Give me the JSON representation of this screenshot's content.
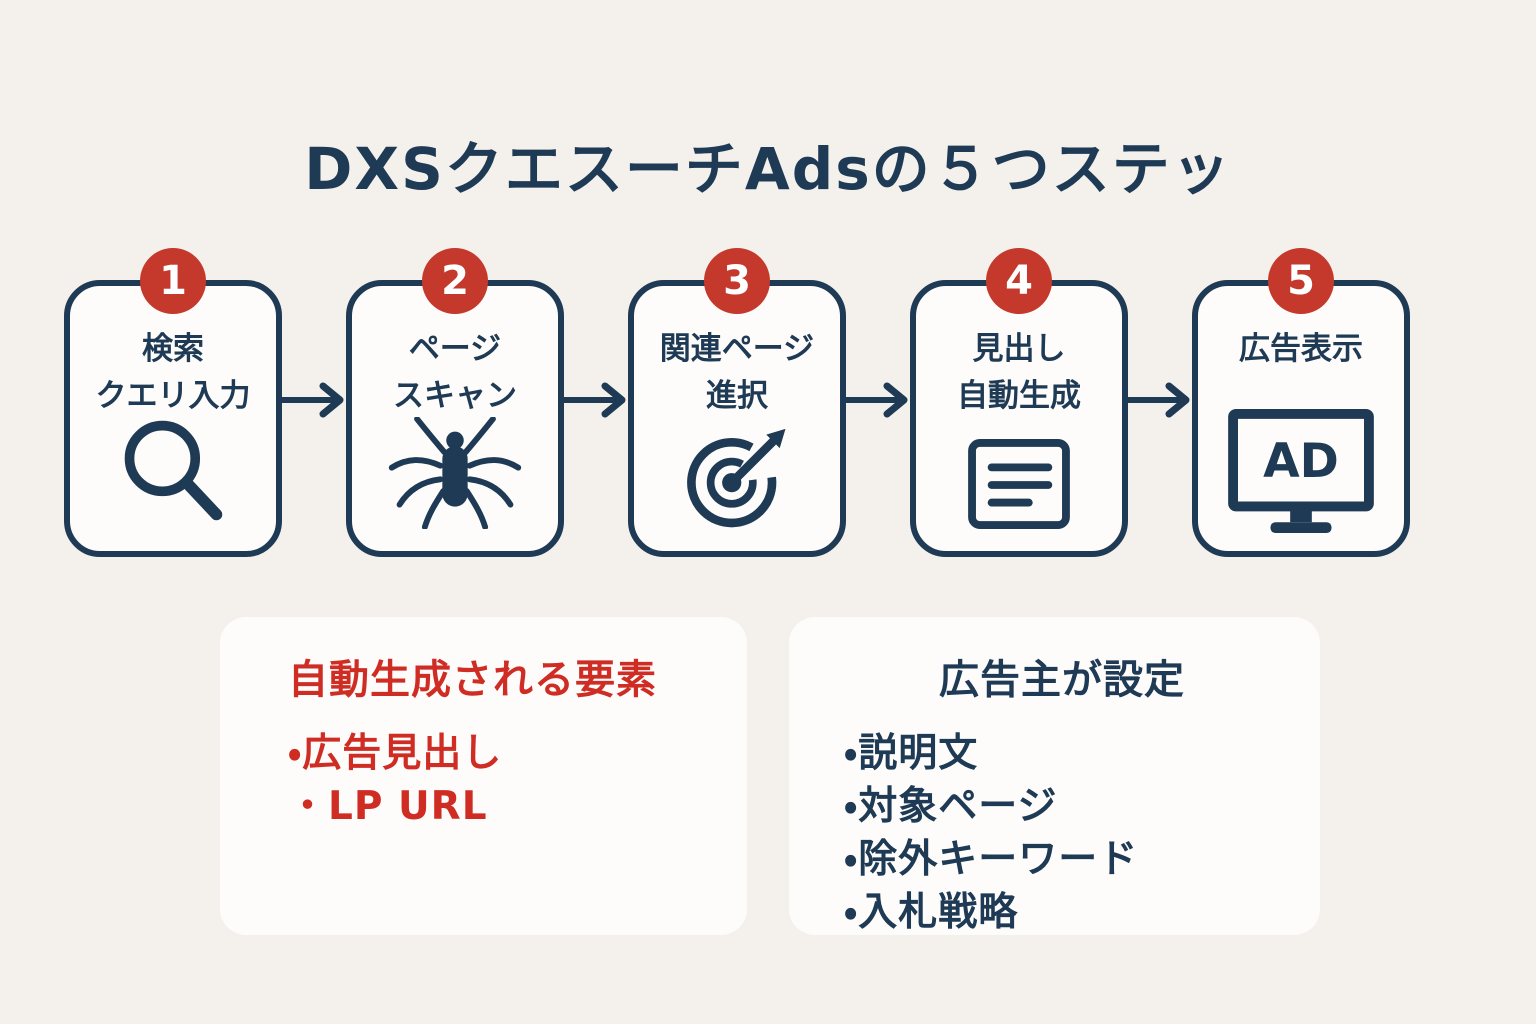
{
  "title": "DXSクエスーチAdsの５つステッ",
  "steps": [
    {
      "number": "1",
      "line1": "検索",
      "line2": "クエリ入力",
      "icon": "search"
    },
    {
      "number": "2",
      "line1": "ページ",
      "line2": "スキャン",
      "icon": "spider"
    },
    {
      "number": "3",
      "line1": "関連ページ",
      "line2": "進択",
      "icon": "target"
    },
    {
      "number": "4",
      "line1": "見出し",
      "line2": "自動生成",
      "icon": "document"
    },
    {
      "number": "5",
      "line1": "広告表示",
      "line2": "",
      "icon": "ad-monitor",
      "screen_text": "AD"
    }
  ],
  "generated_card": {
    "heading": "自動生成される要素",
    "items": [
      "・広告見出し",
      "・LP URL"
    ]
  },
  "advertiser_card": {
    "heading": "広告主が設定",
    "items": [
      "・説明文",
      "・対象ページ",
      "・除外キーワード",
      "・入札戦略"
    ]
  },
  "colors": {
    "navy": "#1e3a54",
    "badge_red": "#c4392c",
    "text_red": "#cf2d24",
    "background": "#f4f1ec",
    "card_bg": "#fdfcfa"
  }
}
